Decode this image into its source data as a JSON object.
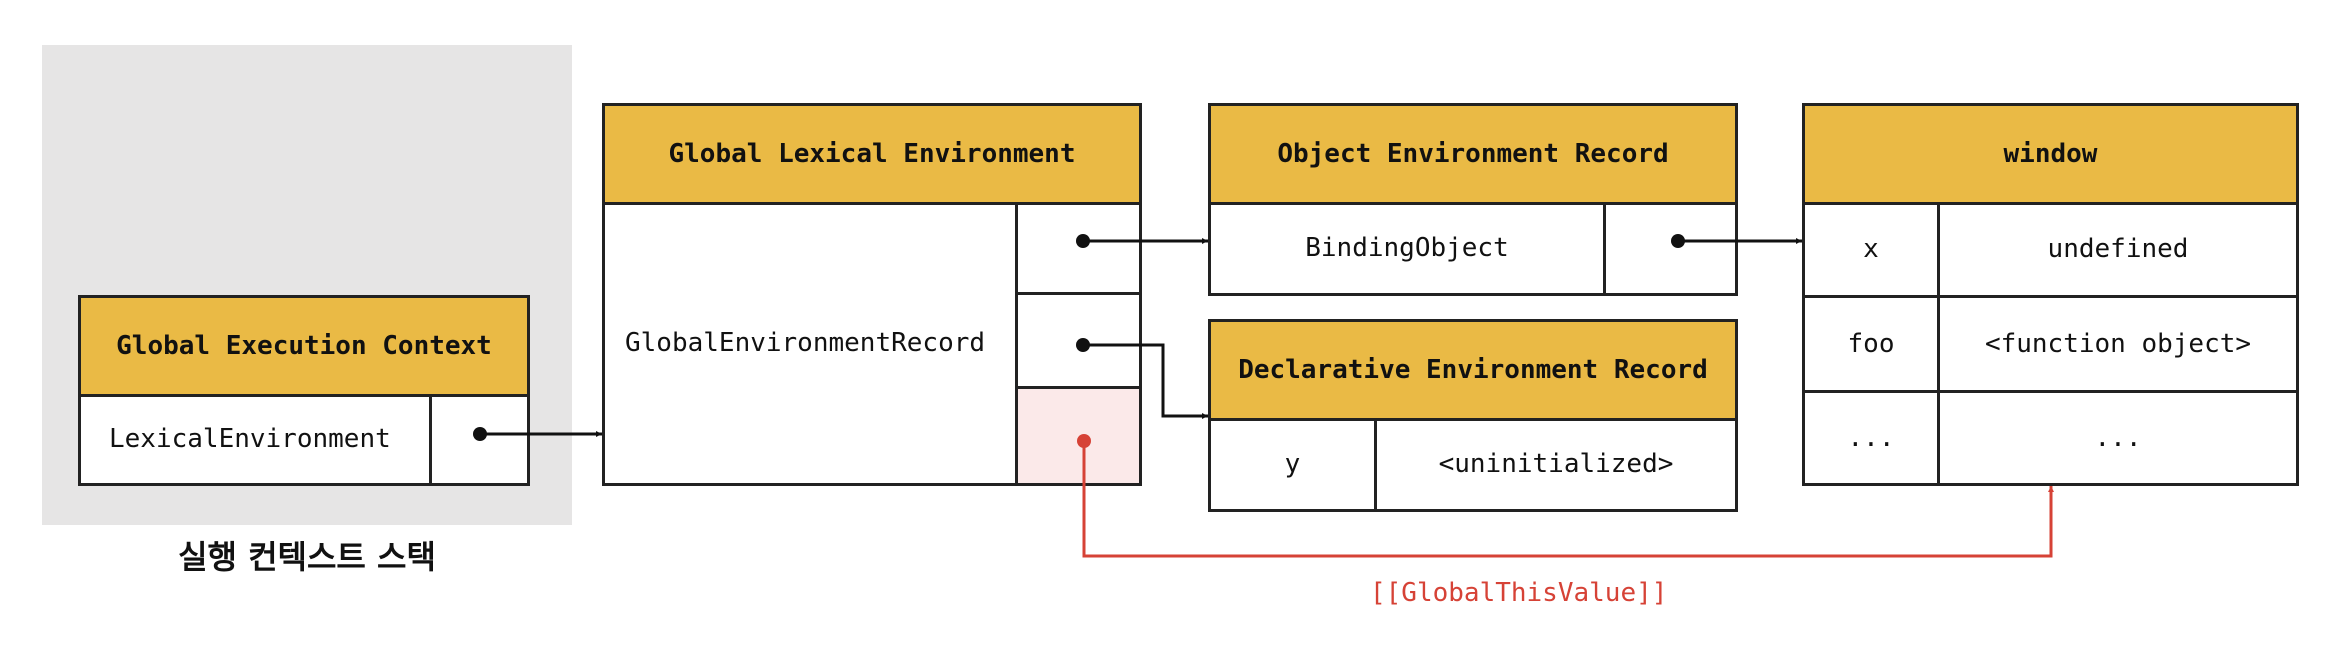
{
  "stack": {
    "label": "실행 컨텍스트 스택"
  },
  "gec": {
    "title": "Global Execution Context",
    "row_label": "LexicalEnvironment"
  },
  "gle": {
    "title": "Global Lexical Environment",
    "record_label": "GlobalEnvironmentRecord"
  },
  "oer": {
    "title": "Object Environment Record",
    "row_label": "BindingObject"
  },
  "der": {
    "title": "Declarative Environment Record",
    "row": {
      "key": "y",
      "value": "<uninitialized>"
    }
  },
  "window": {
    "title": "window",
    "rows": [
      {
        "key": "x",
        "value": "undefined"
      },
      {
        "key": "foo",
        "value": "<function object>"
      },
      {
        "key": "...",
        "value": "..."
      }
    ]
  },
  "this_value_label": "[[GlobalThisValue]]",
  "colors": {
    "header": "#eaba45",
    "border": "#222222",
    "stack_bg": "#e6e5e5",
    "highlight": "#d64236",
    "slot_tint": "#fbe9e9"
  }
}
